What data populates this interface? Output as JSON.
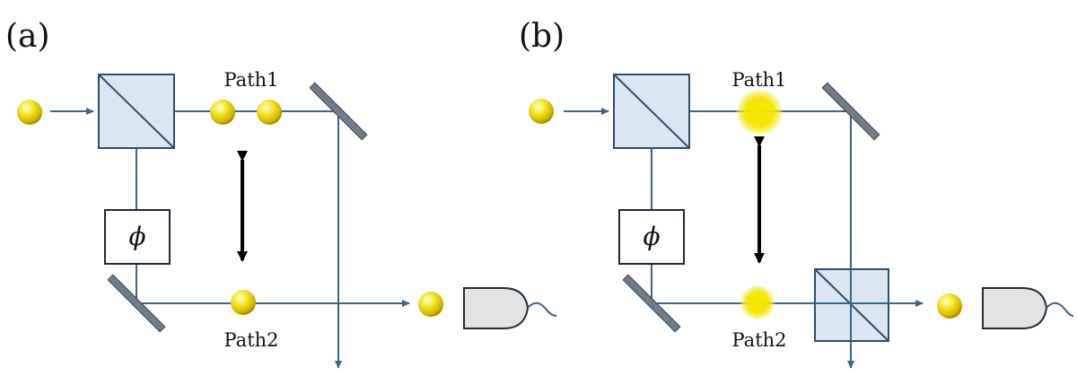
{
  "panels": {
    "a": {
      "label": "(a)",
      "path1_label": "Path1",
      "path2_label": "Path2",
      "phase_label": "ϕ"
    },
    "b": {
      "label": "(b)",
      "path1_label": "Path1",
      "path2_label": "Path2",
      "phase_label": "ϕ"
    }
  },
  "colors": {
    "beam": "#3e6487",
    "beam_splitter_fill": "#dbe6f3",
    "particle": "#f4e600",
    "detector_fill": "#e3e3e3",
    "mirror": "#6f7d8a"
  }
}
